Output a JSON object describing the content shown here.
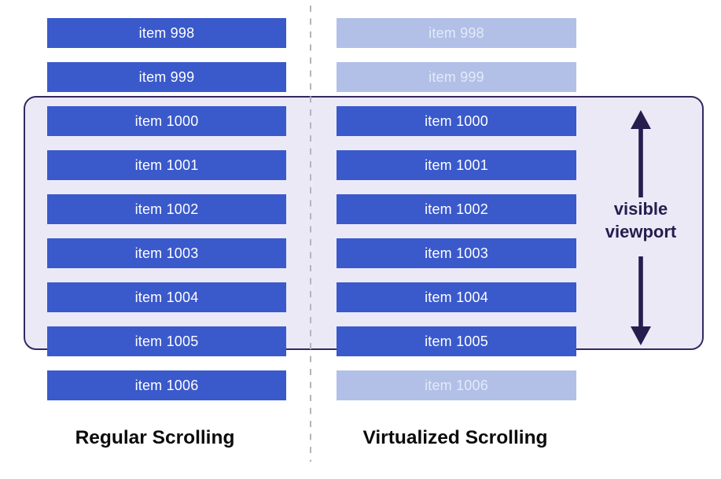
{
  "viewport_label": "visible viewport",
  "columns": [
    {
      "label": "Regular Scrolling",
      "items": [
        {
          "label": "item 998",
          "state": "rendered"
        },
        {
          "label": "item 999",
          "state": "rendered"
        },
        {
          "label": "item 1000",
          "state": "rendered"
        },
        {
          "label": "item 1001",
          "state": "rendered"
        },
        {
          "label": "item 1002",
          "state": "rendered"
        },
        {
          "label": "item 1003",
          "state": "rendered"
        },
        {
          "label": "item 1004",
          "state": "rendered"
        },
        {
          "label": "item 1005",
          "state": "rendered"
        },
        {
          "label": "item 1006",
          "state": "rendered"
        }
      ]
    },
    {
      "label": "Virtualized Scrolling",
      "items": [
        {
          "label": "item 998",
          "state": "virtualized"
        },
        {
          "label": "item 999",
          "state": "virtualized"
        },
        {
          "label": "item 1000",
          "state": "rendered"
        },
        {
          "label": "item 1001",
          "state": "rendered"
        },
        {
          "label": "item 1002",
          "state": "rendered"
        },
        {
          "label": "item 1003",
          "state": "rendered"
        },
        {
          "label": "item 1004",
          "state": "rendered"
        },
        {
          "label": "item 1005",
          "state": "rendered"
        },
        {
          "label": "item 1006",
          "state": "virtualized"
        }
      ]
    }
  ],
  "colors": {
    "rendered-item": "#3a59cb",
    "virtualized-item": "#b2c0e8",
    "item-text": "#ffffff",
    "virtualized-item-text": "#e4e9f6",
    "viewport-fill": "#ece9f7",
    "viewport-border": "#33295f",
    "arrow": "#261d4e",
    "divider": "#b4b4bc",
    "caption-text": "#0b0b0b"
  }
}
